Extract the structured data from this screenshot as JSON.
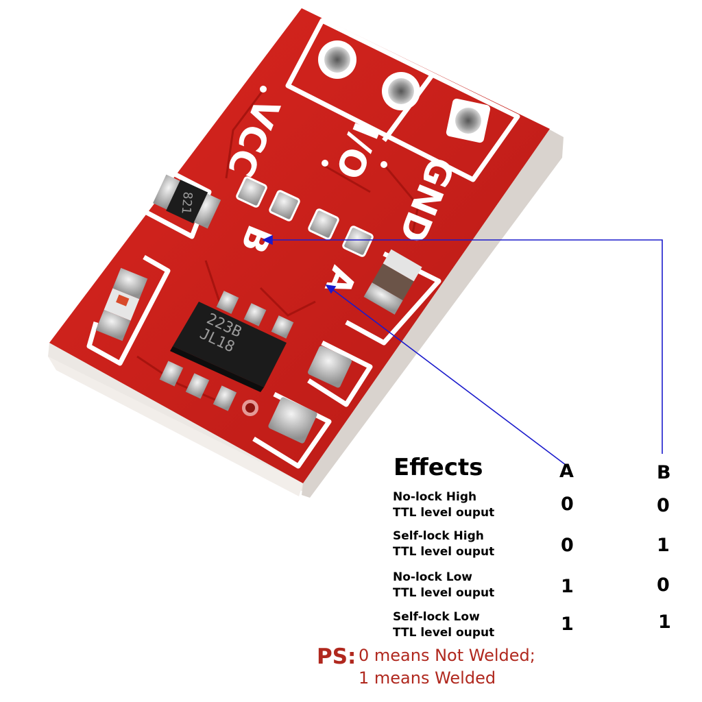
{
  "board": {
    "silkscreen": {
      "vcc": "VCC",
      "io": "I/O",
      "gnd": "GND",
      "pad_a": "A",
      "pad_b": "B",
      "resistor_code": "821",
      "chip_line1": "223B",
      "chip_line2": "JL18"
    },
    "colors": {
      "pcb": "#c8201b",
      "pcb_edge": "#e8e3df",
      "silk": "#ffffff",
      "solder": "#c9c9c9",
      "chip": "#1b1b1b",
      "arrow": "#1a1acc"
    }
  },
  "effects_table": {
    "title": "Effects",
    "col_a": "A",
    "col_b": "B",
    "rows": [
      {
        "line1": "No-lock High",
        "line2": "TTL level ouput",
        "a": "0",
        "b": "0"
      },
      {
        "line1": "Self-lock High",
        "line2": "TTL level ouput",
        "a": "0",
        "b": "1"
      },
      {
        "line1": "No-lock Low",
        "line2": "TTL level ouput",
        "a": "1",
        "b": "0"
      },
      {
        "line1": "Self-lock Low",
        "line2": "TTL level ouput",
        "a": "1",
        "b": "1"
      }
    ]
  },
  "note": {
    "label": "PS:",
    "line1": "0 means Not Welded;",
    "line2": "1 means Welded",
    "color": "#b0281e"
  }
}
